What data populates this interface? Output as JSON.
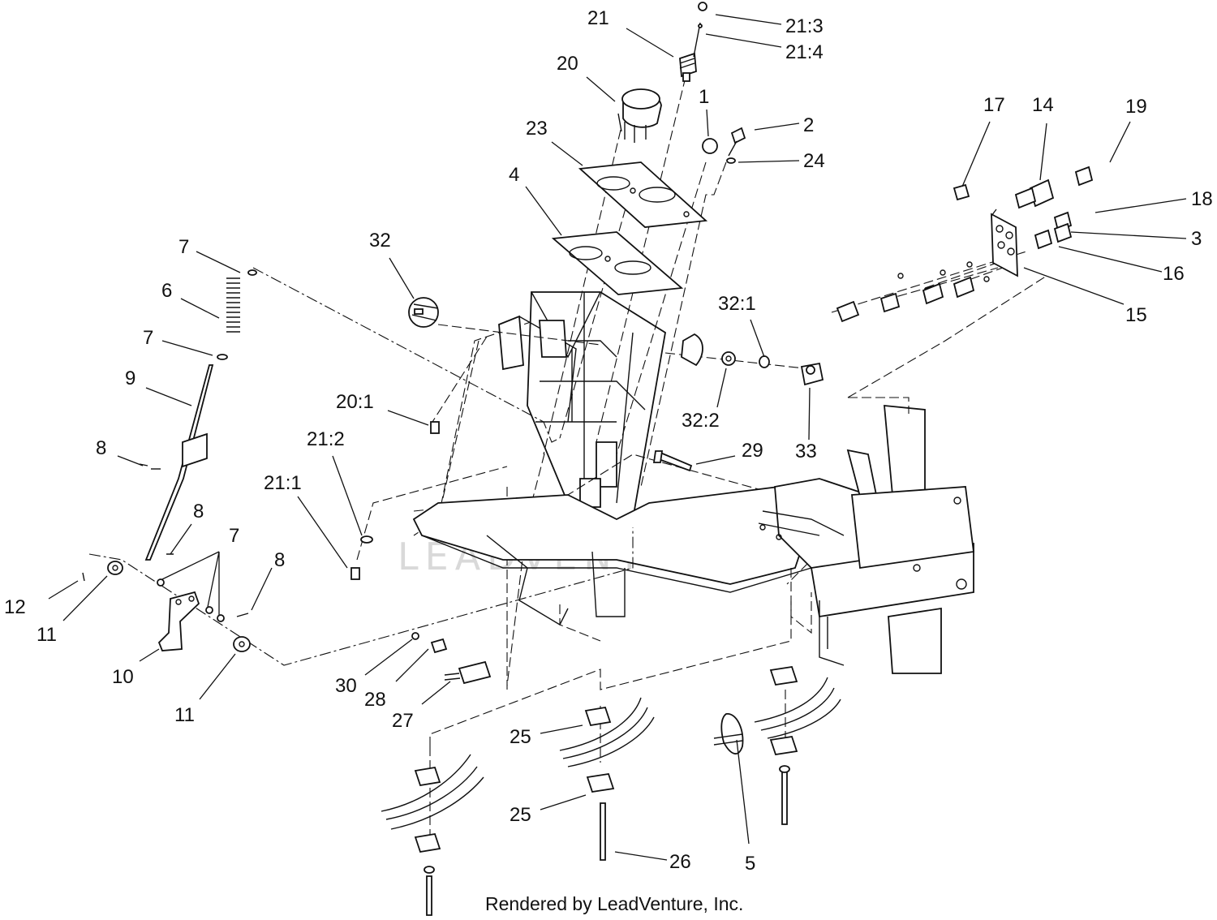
{
  "callouts": {
    "p1": "1",
    "p2": "2",
    "p3": "3",
    "p4": "4",
    "p5": "5",
    "p6": "6",
    "p7": "7",
    "p8": "8",
    "p9": "9",
    "p10": "10",
    "p11": "11",
    "p12": "12",
    "p14": "14",
    "p15": "15",
    "p16": "16",
    "p17": "17",
    "p18": "18",
    "p19": "19",
    "p20": "20",
    "p20_1": "20:1",
    "p21": "21",
    "p21_1": "21:1",
    "p21_2": "21:2",
    "p21_3": "21:3",
    "p21_4": "21:4",
    "p23": "23",
    "p24": "24",
    "p25": "25",
    "p26": "26",
    "p27": "27",
    "p28": "28",
    "p29": "29",
    "p30": "30",
    "p32": "32",
    "p32_1": "32:1",
    "p32_2": "32:2",
    "p33": "33"
  },
  "watermark": "LEADVENTURE",
  "credit": "Rendered by LeadVenture, Inc."
}
